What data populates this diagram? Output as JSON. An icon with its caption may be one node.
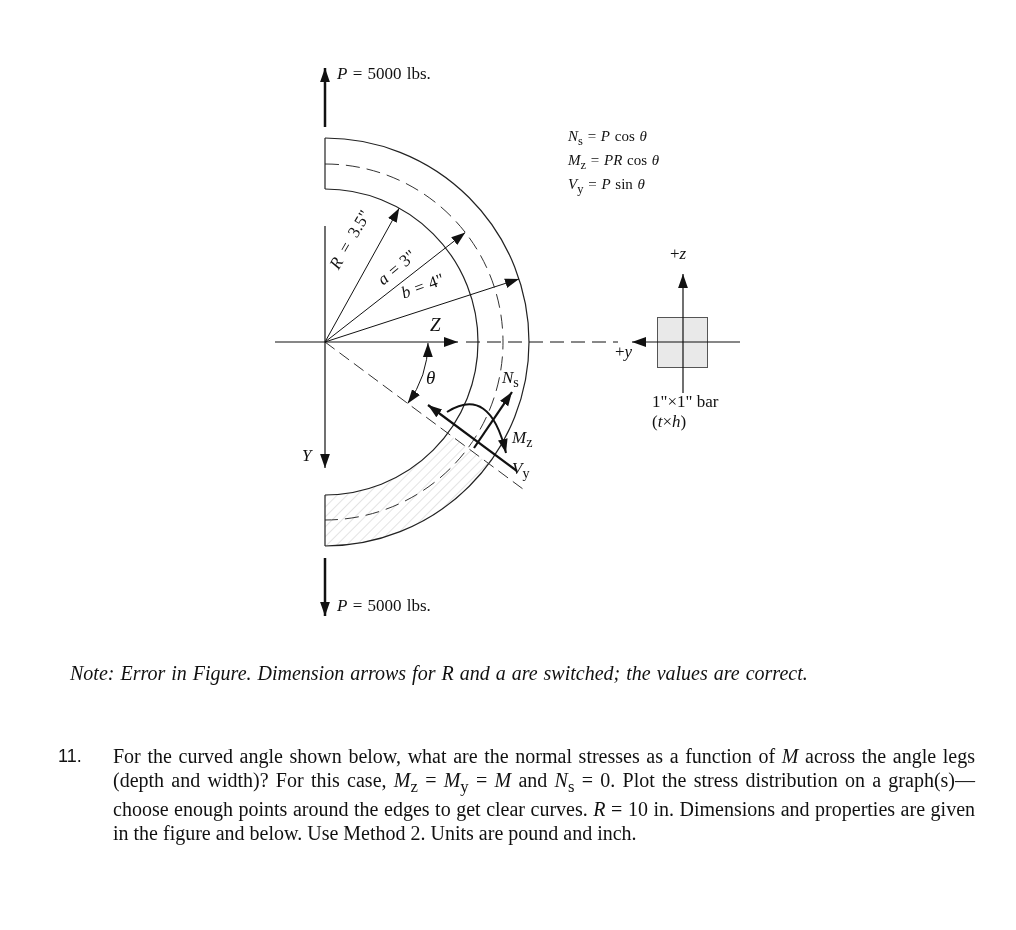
{
  "diagram": {
    "nodes": [
      {
        "text": [],
        "shape": "box",
        "beside": [
          "1\"×1\" bar (*t*×*h*)"
        ]
      }
    ],
    "labels": [
      "*P* = 5000 lbs.",
      "*N*$_{s}$ = *P* cos *θ*",
      "*M*$_{z}$ = *PR* cos *θ*",
      "*V*$_{y}$ = *P* sin *θ*",
      "+*z*",
      "*R* = 3.5\"",
      "*a* = 3\"",
      "*b* = 4\"",
      "*Z*",
      "*θ*",
      "+*y*",
      "*N*$_{s}$",
      "*M*$_{z}$",
      "*Y*",
      "*V*$_{y}$",
      "*P* = 5000 lbs.",
      "Note: Error in Figure. Dimension arrows for R and a are switched; the values are correct.",
      "11.",
      "For the curved angle shown below, what are the normal stresses as a function of *M* across the angle legs (depth and width)? For this case, *M*$_{z}$ = *M*$_{y}$ = *M* and *N*$_{s}$ = 0. Plot the stress distribution on a graph(s)—choose enough points around the edges to get clear curves. *R* = 10 in. Dimensions and properties are given in the figure and below. Use Method 2. Units are pound and inch."
    ]
  }
}
